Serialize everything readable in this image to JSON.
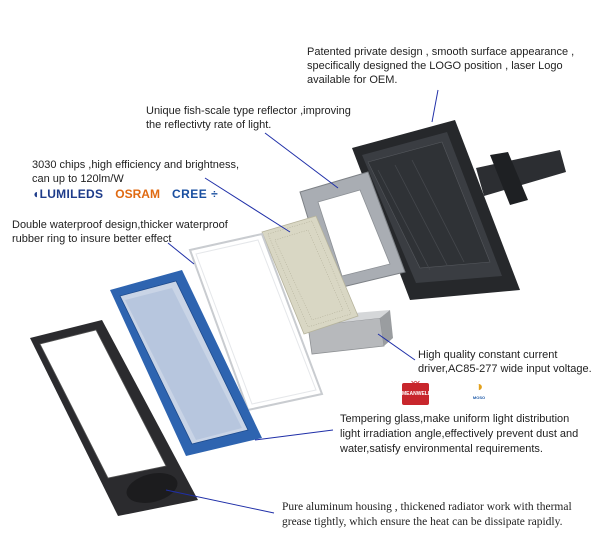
{
  "callouts": {
    "logo_design": "Patented private design , smooth surface appearance ,\nspecifically designed the LOGO position , laser Logo\navailable for OEM.",
    "reflector": "Unique fish-scale type reflector ,improving\nthe reflectivty rate of  light.",
    "chips": "3030 chips ,high efficiency and brightness,\ncan up to 120lm/W",
    "waterproof": "Double waterproof design,thicker waterproof\nrubber ring to insure better effect",
    "driver": "High quality constant current\ndriver,AC85-277 wide input voltage.",
    "glass": "Tempering glass,make uniform light distribution\nlight irradiation angle,effectively prevent dust and\nwater,satisfy environmental requirements.",
    "housing": "Pure aluminum housing , thickened radiator work with thermal\ngrease tightly, which ensure the heat can be dissipate rapidly."
  },
  "brands": {
    "lumileds": "LUMILEDS",
    "osram": "OSRAM",
    "cree": "CREE"
  },
  "badges": {
    "meanwell": "MEANWELL",
    "driver_brand": "MOSO"
  },
  "colors": {
    "leader_line": "#1f2fa8",
    "front_frame": "#2b2b2e",
    "blue_panel": "#2e64b0",
    "reflector": "#a9adb3",
    "led_board": "#d9d7c4",
    "housing": "#26282b"
  }
}
